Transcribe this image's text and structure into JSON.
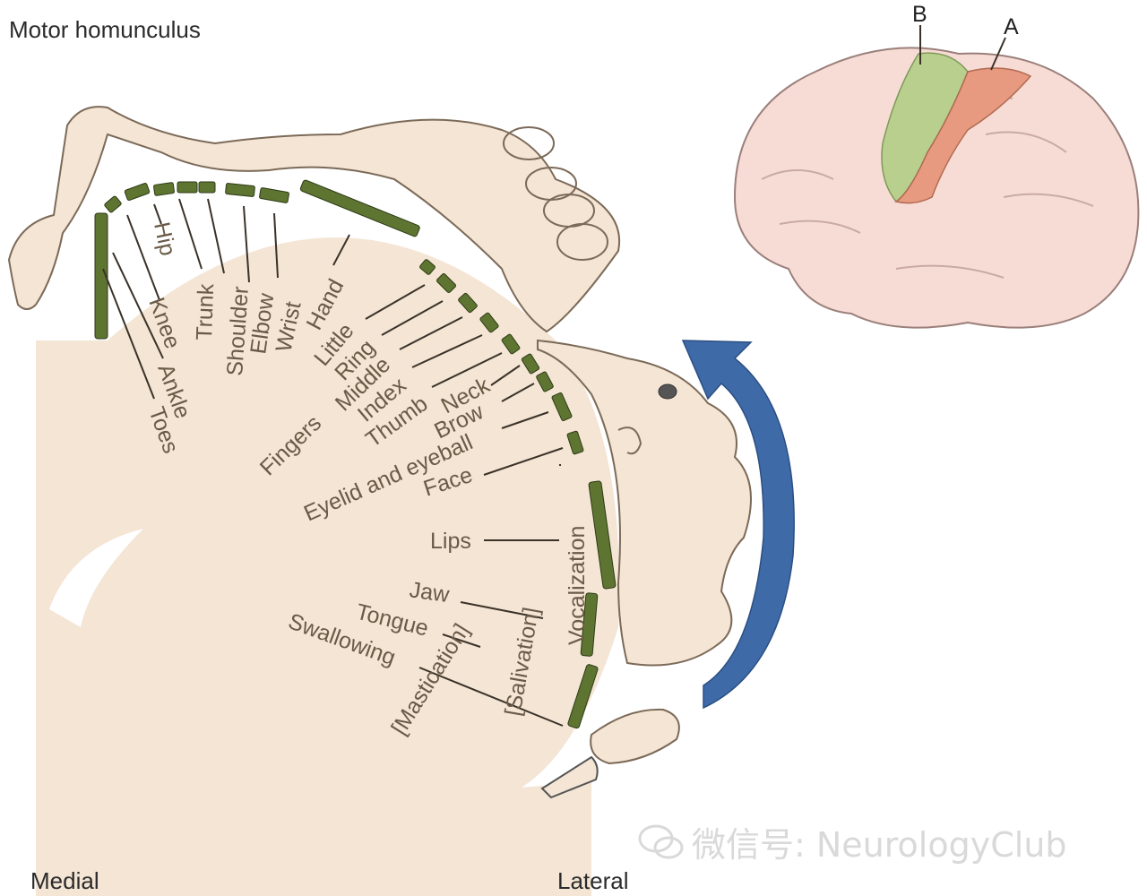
{
  "title": "Motor homunculus",
  "medial_label": "Medial",
  "lateral_label": "Lateral",
  "brain": {
    "label_a": "A",
    "label_b": "B"
  },
  "watermark": "微信号: NeurologyClub",
  "body_parts": {
    "toes": "Toes",
    "ankle": "Ankle",
    "knee": "Knee",
    "hip": "Hip",
    "trunk": "Trunk",
    "shoulder": "Shoulder",
    "elbow": "Elbow",
    "wrist": "Wrist",
    "hand": "Hand",
    "little": "Little",
    "ring": "Ring",
    "middle": "Middle",
    "index": "Index",
    "thumb": "Thumb",
    "fingers": "Fingers",
    "neck": "Neck",
    "brow": "Brow",
    "eyelid": "Eyelid and eyeball",
    "face": "Face",
    "lips": "Lips",
    "jaw": "Jaw",
    "tongue": "Tongue",
    "swallowing": "Swallowing",
    "mastication": "[Mastication]",
    "salivation": "[Salivation]",
    "vocalization": "Vocalization"
  },
  "colors": {
    "segment": "#5e7431",
    "body": "#f4e5d5",
    "arrow": "#3e6aa8",
    "area_a": "#e79a7f",
    "area_b": "#b8cf8e"
  }
}
